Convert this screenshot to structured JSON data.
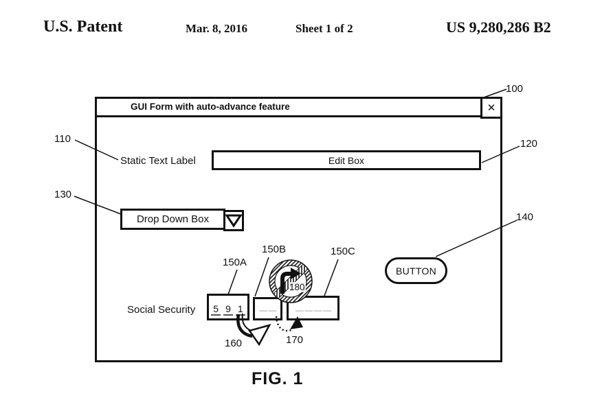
{
  "header": {
    "patent": "U.S. Patent",
    "date": "Mar. 8, 2016",
    "sheet": "Sheet 1 of 2",
    "number": "US 9,280,286 B2"
  },
  "figure": {
    "caption": "FIG. 1"
  },
  "window": {
    "title": "GUI Form with auto-advance feature",
    "close_glyph": "✕",
    "static_text": "Static Text Label",
    "edit_box": "Edit Box",
    "dropdown": "Drop Down Box",
    "button": "BUTTON",
    "ssn_label": "Social Security",
    "ssn_digits": [
      "5",
      "9",
      "1"
    ],
    "ssn_b_placeholder": "— —",
    "ssn_c_placeholder": "— — — —"
  },
  "refs": {
    "window": "100",
    "static_text": "110",
    "edit_box": "120",
    "dropdown": "130",
    "button": "140",
    "ssn_a": "150A",
    "ssn_b": "150B",
    "ssn_c": "150C",
    "advance_arrow": "160",
    "focus_arrow": "170",
    "no_advance": "180"
  },
  "colors": {
    "ink": "#111111",
    "placeholder_dash": "#919191"
  }
}
